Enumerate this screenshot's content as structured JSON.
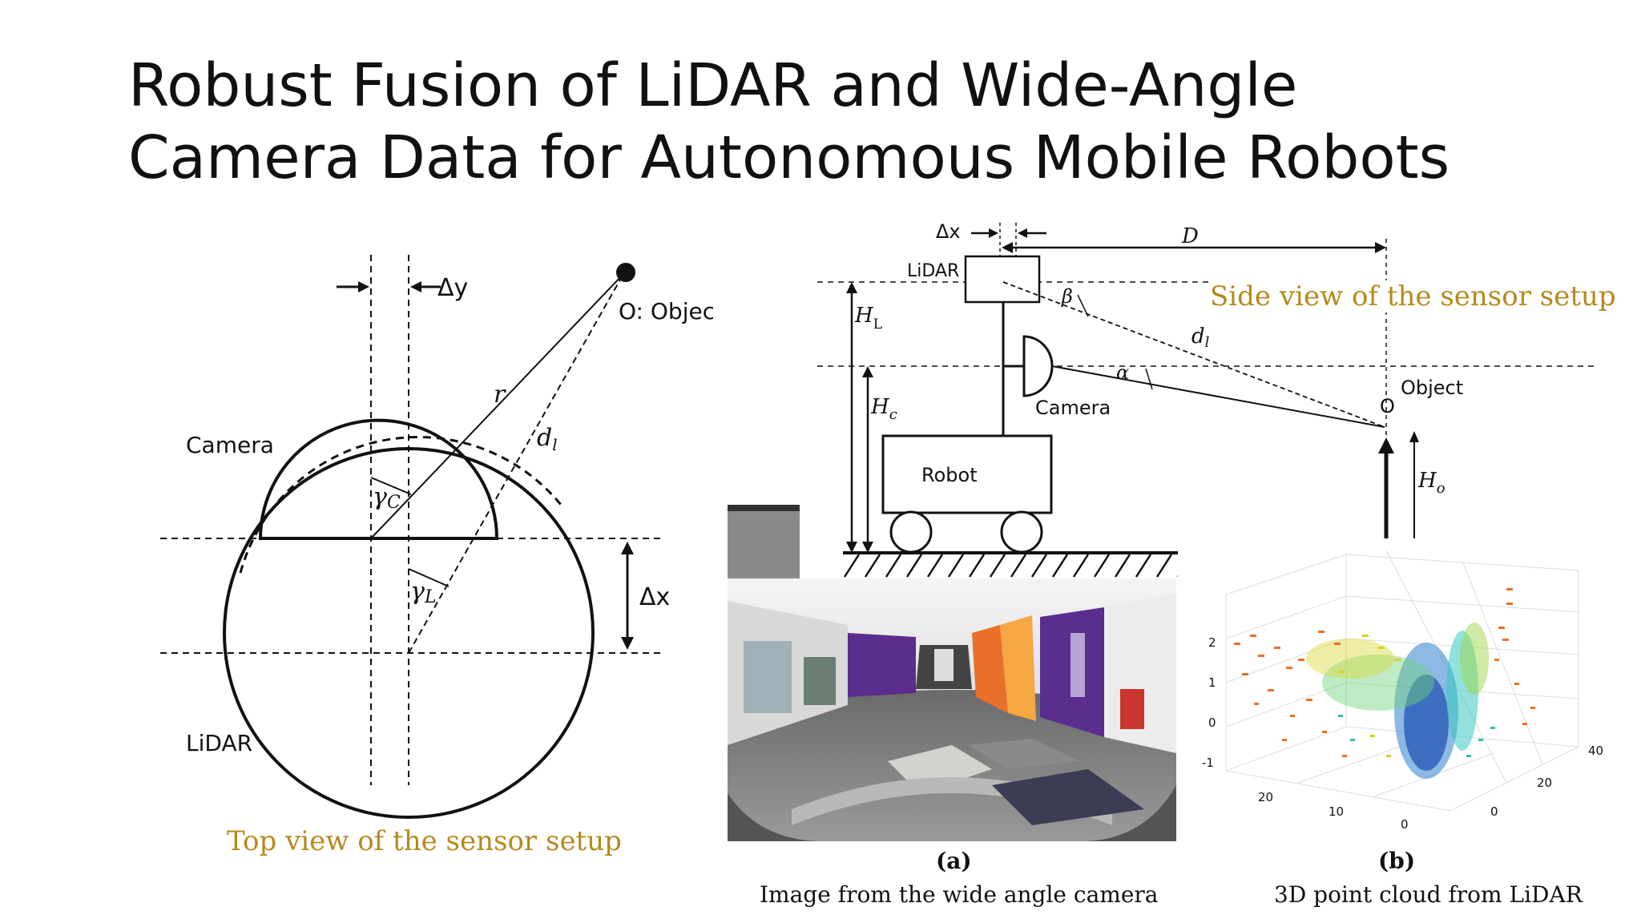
{
  "slide": {
    "title_line1": "Robust Fusion of LiDAR and Wide-Angle",
    "title_line2": "Camera Data for Autonomous Mobile Robots"
  },
  "top_view": {
    "caption": "Top view of the sensor setup",
    "labels": {
      "delta_y": "Δy",
      "object": "O: Object",
      "camera": "Camera",
      "lidar": "LiDAR",
      "r": "r",
      "d_l": "d",
      "d_l_sub": "l",
      "gamma_c": "γ",
      "gamma_c_sub": "C",
      "gamma_l": "γ",
      "gamma_l_sub": "L",
      "delta_x": "Δx"
    }
  },
  "side_view": {
    "caption": "Side view of the sensor setup",
    "labels": {
      "delta_x": "Δx",
      "D": "D",
      "lidar": "LiDAR",
      "beta": "β",
      "d_l": "d",
      "d_l_sub": "l",
      "H_L": "H",
      "H_L_sub": "L",
      "alpha": "α",
      "camera": "Camera",
      "H_c": "H",
      "H_c_sub": "c",
      "robot": "Robot",
      "object": "Object",
      "O": "O",
      "H_o": "H",
      "H_o_sub": "o"
    }
  },
  "panel_a": {
    "letter": "(a)",
    "caption": "Image from the wide angle camera"
  },
  "panel_b": {
    "letter": "(b)",
    "caption": "3D point cloud from LiDAR",
    "z_ticks": [
      "2",
      "1",
      "0",
      "-1"
    ],
    "x_ticks": [
      "20",
      "10",
      "0"
    ],
    "y_ticks": [
      "40",
      "20",
      "0"
    ]
  },
  "colors": {
    "caption_gold": "#b58a1c",
    "wall_purple": "#5b2d8e",
    "accent_orange": "#e8702a"
  }
}
